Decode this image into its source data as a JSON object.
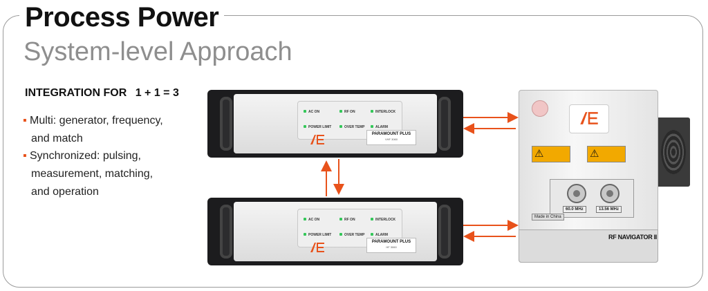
{
  "header": {
    "title": "Process Power",
    "subtitle": "System-level Approach"
  },
  "content": {
    "heading": "INTEGRATION FOR",
    "equation": "1 + 1 = 3",
    "bullets": [
      {
        "line1": "Multi: generator, frequency,",
        "line2": "and match"
      },
      {
        "line1": "Synchronized: pulsing,",
        "line2": "measurement, matching,",
        "line3": "and operation"
      }
    ]
  },
  "generators": [
    {
      "brand": "PARAMOUNT PLUS",
      "model": "VHF 3060",
      "leds": [
        "AC ON",
        "RF ON",
        "INTERLOCK",
        "POWER LIMIT",
        "OVER TEMP",
        "ALARM"
      ]
    },
    {
      "brand": "PARAMOUNT PLUS",
      "model": "HF 3060",
      "leds": [
        "AC ON",
        "RF ON",
        "INTERLOCK",
        "POWER LIMIT",
        "OVER TEMP",
        "ALARM"
      ]
    }
  ],
  "match": {
    "name": "RF NAVIGATOR II",
    "freq1": "60.0 MHz",
    "freq2": "13.56 MHz",
    "made_in": "Made in China"
  },
  "colors": {
    "accent": "#e8521b",
    "title": "#111111",
    "subtitle": "#8e8e8e",
    "frame": "#9a9a9a"
  }
}
